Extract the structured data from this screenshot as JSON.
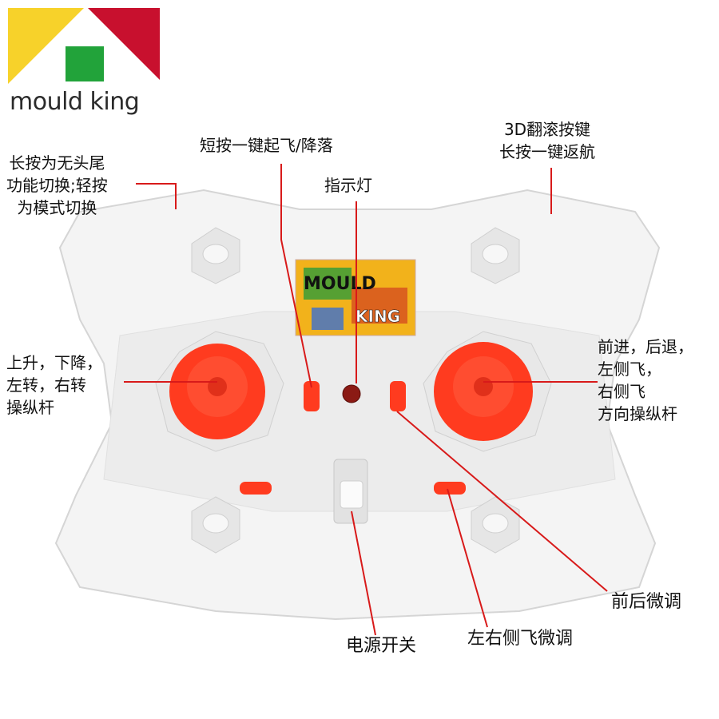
{
  "brand": {
    "name": "mould king",
    "colors": {
      "yellow": "#f7d22a",
      "red": "#c8102e",
      "green": "#22a33a"
    }
  },
  "device": {
    "screen_art_text": [
      "MOULD",
      "KING"
    ],
    "accent_color": "#ff3b1f",
    "body_color": "#f4f4f4"
  },
  "labels": {
    "headless_mode": [
      "长按为无头尾",
      "功能切换;轻按",
      "为模式切换"
    ],
    "takeoff_landing": [
      "短按一键起飞/降落"
    ],
    "indicator_light": [
      "指示灯"
    ],
    "flip_return": [
      "3D翻滚按键",
      "长按一键返航"
    ],
    "left_stick": [
      "上升，下降，",
      "左转，右转",
      "操纵杆"
    ],
    "right_stick": [
      "前进，后退，",
      "左侧飞，",
      "右侧飞",
      "方向操纵杆"
    ],
    "fb_trim": [
      "前后微调"
    ],
    "power_switch": [
      "电源开关"
    ],
    "lr_trim": [
      "左右侧飞微调"
    ]
  }
}
